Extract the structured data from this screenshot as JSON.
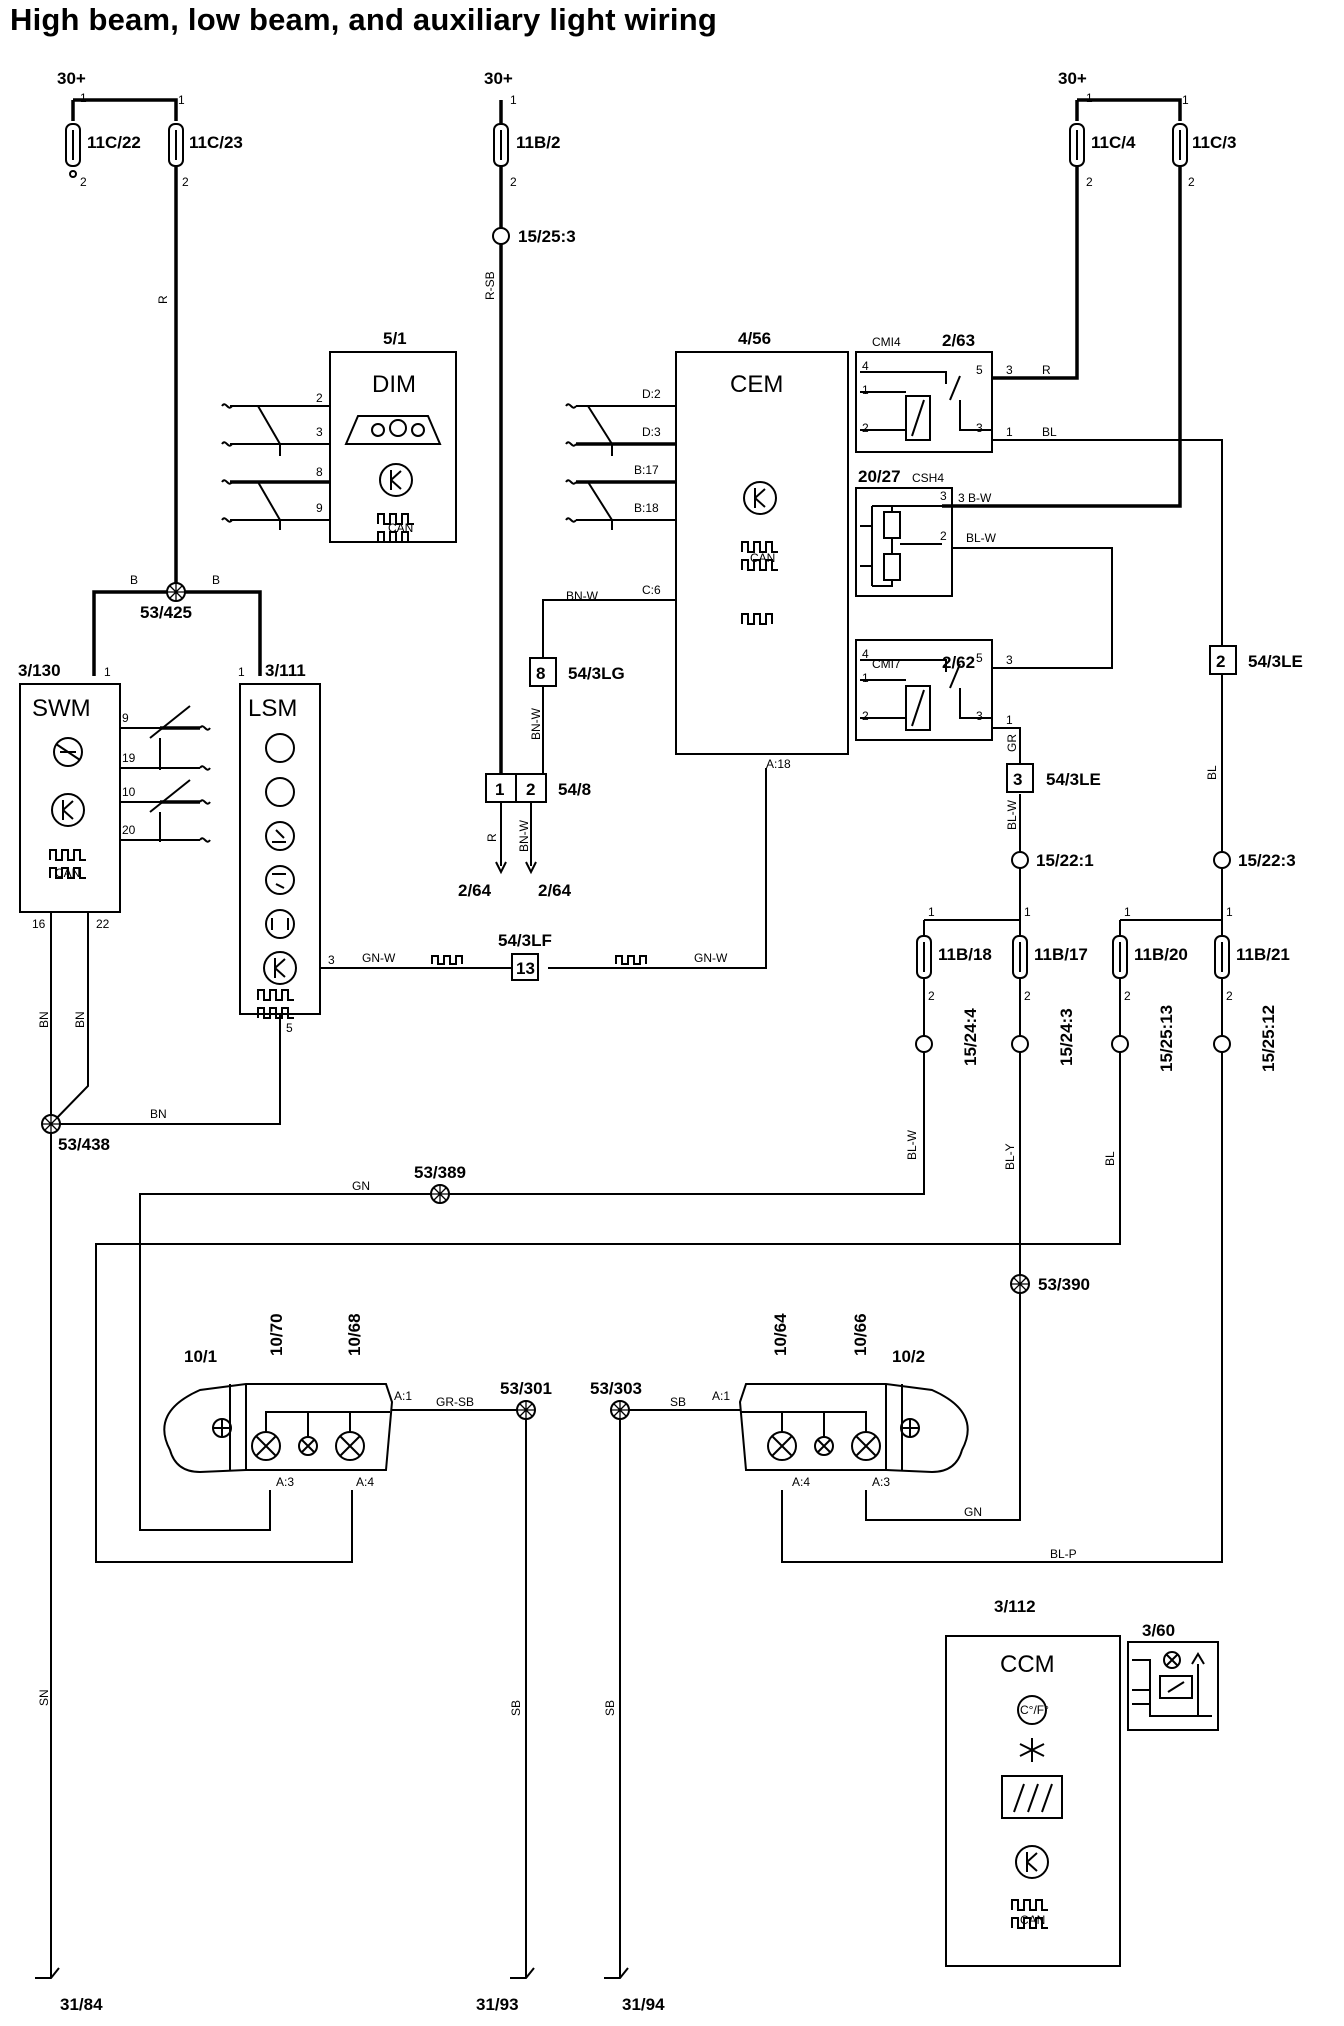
{
  "title": "High beam, low beam, and auxiliary light wiring",
  "supplies": [
    "30+",
    "30+",
    "30+"
  ],
  "fuses": [
    "11C/22",
    "11C/23",
    "11B/2",
    "11C/4",
    "11C/3",
    "11B/18",
    "11B/17",
    "11B/20",
    "11B/21"
  ],
  "connectors": [
    "15/25:3",
    "15/22:1",
    "15/22:3",
    "15/24:4",
    "15/24:3",
    "15/25:13",
    "15/25:12"
  ],
  "splices": [
    "53/425",
    "53/438",
    "53/389",
    "53/390",
    "53/301",
    "53/303"
  ],
  "terminals": [
    "54/3LG",
    "54/8",
    "54/3LE",
    "54/3LE",
    "54/3LF"
  ],
  "terminal_pins": [
    "8",
    "1",
    "2",
    "2",
    "3",
    "13"
  ],
  "modules": {
    "dim": {
      "ref": "5/1",
      "name": "DIM"
    },
    "cem": {
      "ref": "4/56",
      "name": "CEM"
    },
    "swm": {
      "ref": "3/130",
      "name": "SWM"
    },
    "lsm": {
      "ref": "3/111",
      "name": "LSM"
    },
    "ccm": {
      "ref": "3/112",
      "name": "CCM"
    }
  },
  "relays": [
    {
      "ref": "2/63",
      "tag": "CMI4"
    },
    {
      "ref": "20/27",
      "tag": "CSH4"
    },
    {
      "ref": "2/62",
      "tag": "CMI7"
    }
  ],
  "lamps": [
    "10/1",
    "10/70",
    "10/68",
    "10/64",
    "10/66",
    "10/2"
  ],
  "switch_ref": "3/60",
  "grounds": [
    "31/84",
    "31/93",
    "31/94"
  ],
  "refs_out": [
    "2/64",
    "2/64"
  ],
  "wire_colors": [
    "R",
    "R-SB",
    "B",
    "B",
    "BN-W",
    "BN-W",
    "GN-W",
    "GN-W",
    "BN",
    "BN",
    "BN",
    "R",
    "BL",
    "B-W",
    "BL-W",
    "BL",
    "BL-W",
    "GR",
    "BL-W",
    "BL-Y",
    "BL",
    "GN",
    "GR-SB",
    "SB",
    "GN",
    "BL-P",
    "SN",
    "SB",
    "SB",
    "R",
    "BN-W"
  ],
  "pins": {
    "cem": [
      "D:2",
      "D:3",
      "B:17",
      "B:18",
      "C:6",
      "A:18"
    ],
    "lamp": [
      "A:1",
      "A:3",
      "A:4",
      "A:1",
      "A:4",
      "A:3"
    ],
    "generic": [
      "1",
      "2",
      "3",
      "4",
      "5",
      "8",
      "9",
      "10",
      "16",
      "19",
      "20",
      "22"
    ]
  },
  "icons": [
    "dim-cluster-icon",
    "network-icon",
    "can-signal-icon",
    "headlamp-icon",
    "fog-lamp-icon",
    "temperature-icon",
    "fan-icon",
    "defrost-icon"
  ],
  "can_label": "CAN",
  "temp_label": "C°/F°"
}
